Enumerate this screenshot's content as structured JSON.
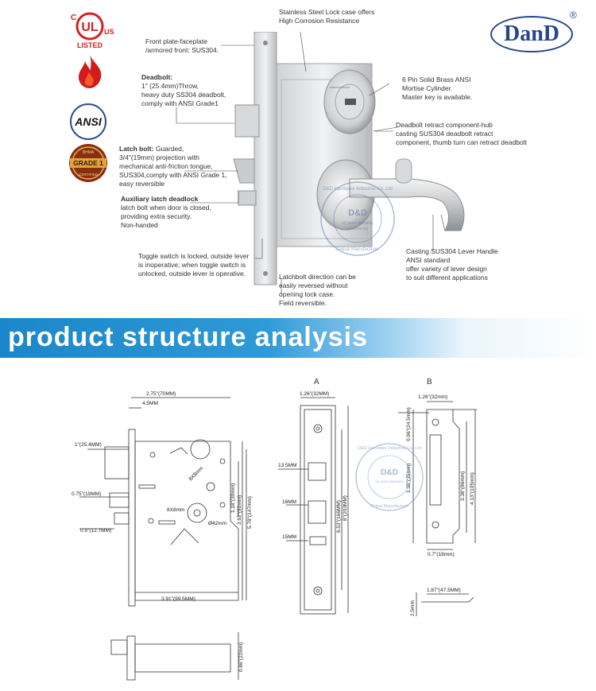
{
  "brand": {
    "logo_text": "DanD",
    "reg_mark": "®"
  },
  "certs": {
    "ul_label": "LISTED",
    "ul_c": "C",
    "ul_us": "US",
    "ul_mark": "UL",
    "ansi": "ANSI",
    "grade_top": "BHMA",
    "grade": "GRADE 1",
    "grade_bottom": "CERTIFIED"
  },
  "callouts": {
    "lock_case": [
      "Stainless Steel Lock case offers",
      "High Corrosion Resistance"
    ],
    "front_plate": [
      "Front plate-faceplate",
      "/armored front: SUS304."
    ],
    "deadbolt_title": "Deadbolt:",
    "deadbolt": [
      "1\" (25.4mm)Throw,",
      "heavy duty SS304 deadbolt,",
      "comply with ANSI Grade1"
    ],
    "cylinder": [
      "6 Pin Solid Brass ANSI",
      "Mortise Cylinder.",
      "Master key is available."
    ],
    "retract": [
      "Deadbolt retract component-hub",
      "casting SUS304 deadbolt retract",
      "component, thumb turn can retract deadbolt"
    ],
    "latch_title": "Latch bolt:",
    "latch": [
      " Guarded,",
      "3/4\"(19mm) projection with",
      "mechanical anti-friction tongue,",
      "SUS304,comply with ANSI Grade 1,",
      "easy reversible"
    ],
    "aux_title": "Auxiliary latch deadlock",
    "aux": [
      "latch bolt when door is closed,",
      "providing extra security.",
      "Non-handed"
    ],
    "toggle": [
      "Toggle switch is locked, outside lever",
      "is inoperative; when toggle switch is",
      "unlocked, outside lever is operative."
    ],
    "direction": [
      "Latchbolt direction can be",
      "easily reversed without",
      "opening lock case.",
      "Field reversible."
    ],
    "lever": [
      "Casting SUS304  Lever Handle",
      "ANSI standard",
      "offer variety of lever design",
      "to suit different applications"
    ]
  },
  "watermark": {
    "ring": "D&D Hardware Industrial Co.,Ltd",
    "center": "D&D",
    "warranty": "12 years warranty",
    "sub": "HARDWARE",
    "bottom": "Global Manufacturer"
  },
  "banner": {
    "title": "product structure analysis"
  },
  "drawing": {
    "label_a": "A",
    "label_b": "B",
    "dims_main": {
      "width_top": "2.75\"(70MM)",
      "face_thk": "4.5MM",
      "deadbolt_throw": "1\"(25.4MM)",
      "latch_proj": "0.75\"(19MM)",
      "aux_proj": "0.5\"(12.7MM)",
      "square": "8X8mm",
      "hub": "8X8mm",
      "d1": "1.18\"(30mm)",
      "d2": "3.62\"(92mm)",
      "d3": "5.78\"(147mm)",
      "dia": "Ø42mm",
      "backset": "3.91\"(99.5MM)",
      "strike_thk": "0.86\"(22mm)"
    },
    "dims_a": {
      "width": "1.26\"(32MM)",
      "h1": "13.5MM",
      "h2": "16MM",
      "h3": "15MM",
      "len1": "6.53\"(166MM)",
      "len2": "8\"(203MM)"
    },
    "dims_b": {
      "width": "1.26\"(32mm)",
      "h1": "0.96\"(24.5mm)",
      "h2": "1.38\"(35mm)",
      "h3": "3.38\"(86mm)",
      "h4": "4.13\"(105mm)",
      "depth": "0.7\"(18mm)",
      "lip": "1.87\"(47.5MM)",
      "thk": "2.5mm"
    }
  }
}
